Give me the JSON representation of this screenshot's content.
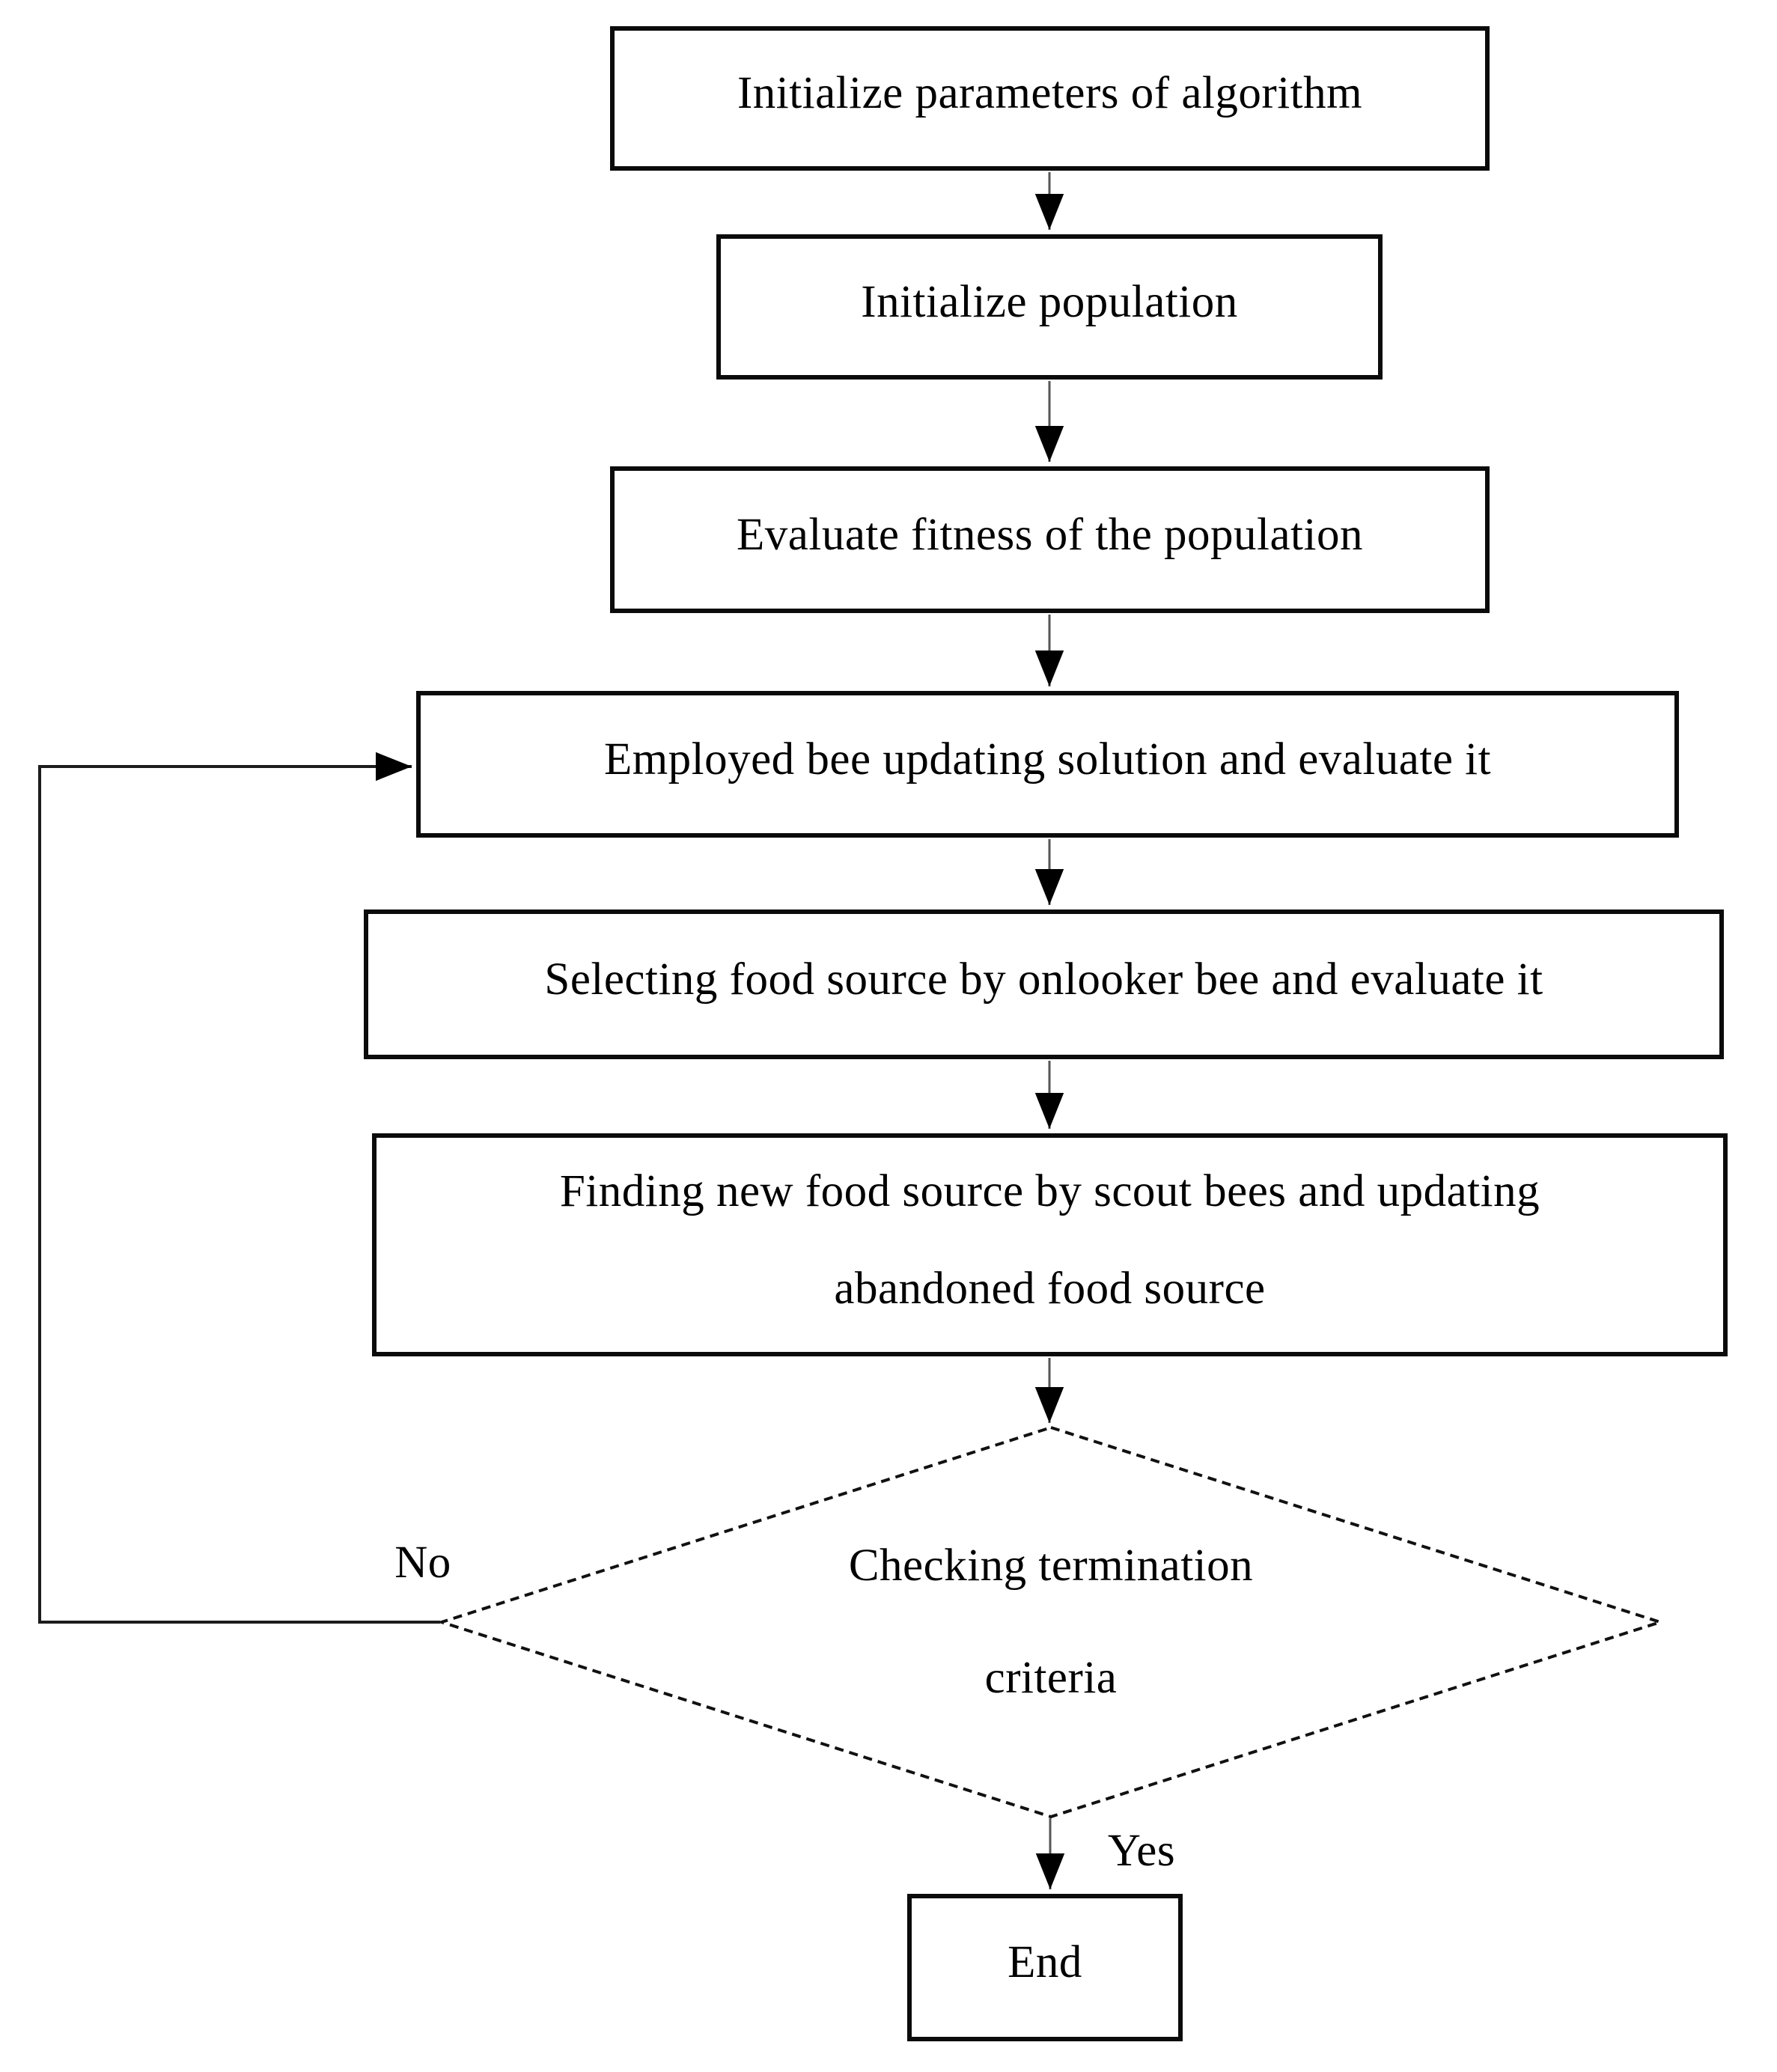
{
  "flowchart": {
    "nodes": {
      "init_params": {
        "type": "process",
        "label": "Initialize parameters of algorithm"
      },
      "init_population": {
        "type": "process",
        "label": "Initialize population"
      },
      "evaluate_fitness": {
        "type": "process",
        "label": "Evaluate fitness of the population"
      },
      "employed_bee": {
        "type": "process",
        "label": "Employed bee updating solution and evaluate it"
      },
      "onlooker_bee": {
        "type": "process",
        "label": "Selecting food source by onlooker bee and evaluate it"
      },
      "scout_bee": {
        "type": "process",
        "lines": [
          "Finding new food source by scout bees and updating",
          "abandoned food source"
        ]
      },
      "decision": {
        "type": "decision",
        "lines": [
          "Checking termination",
          "criteria"
        ]
      },
      "end": {
        "type": "terminator",
        "label": "End"
      }
    },
    "edge_labels": {
      "no": "No",
      "yes": "Yes"
    },
    "colors": {
      "background": "#ffffff",
      "box_border": "#0b0b0b",
      "text": "#000000",
      "connector": "#2a2a2a",
      "diamond_stroke": "#111111",
      "arrowhead": "#000000"
    }
  }
}
